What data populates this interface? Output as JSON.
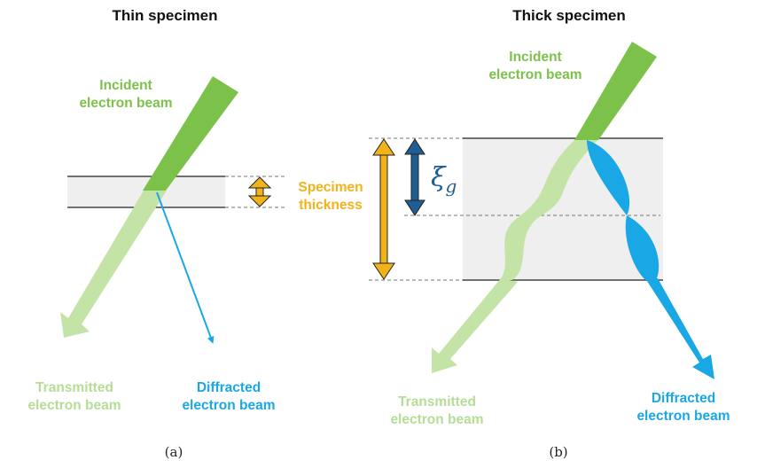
{
  "panel_a": {
    "title": "Thin specimen",
    "incident_line1": "Incident",
    "incident_line2": "electron beam",
    "transmitted_line1": "Transmitted",
    "transmitted_line2": "electron beam",
    "diffracted_line1": "Diffracted",
    "diffracted_line2": "electron beam",
    "thickness_line1": "Specimen",
    "thickness_line2": "thickness",
    "caption": "(a)"
  },
  "panel_b": {
    "title": "Thick specimen",
    "incident_line1": "Incident",
    "incident_line2": "electron beam",
    "transmitted_line1": "Transmitted",
    "transmitted_line2": "electron beam",
    "diffracted_line1": "Diffracted",
    "diffracted_line2": "electron beam",
    "extinction_symbol": "ξ",
    "extinction_subscript": "g",
    "caption": "(b)"
  },
  "colors": {
    "incident": "#7cc24a",
    "transmitted": "#c3e4a6",
    "diffracted": "#1aa7e6",
    "thickness_arrow": "#f2b21a",
    "extinction_arrow": "#1f5e94",
    "specimen": "#efefef"
  }
}
